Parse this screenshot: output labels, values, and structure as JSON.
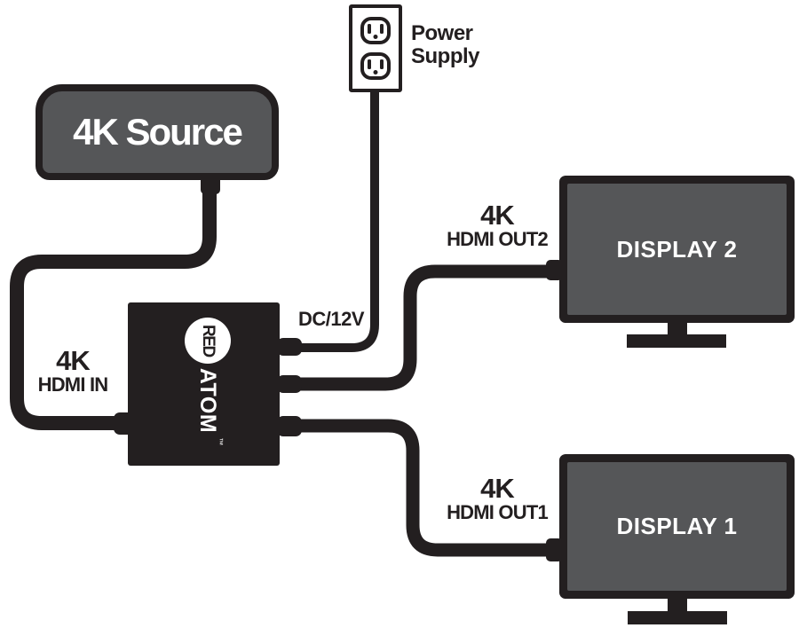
{
  "colors": {
    "ink": "#231f20",
    "device_gray": "#555658",
    "white": "#ffffff"
  },
  "power": {
    "label": "Power Supply"
  },
  "source": {
    "label": "4K Source"
  },
  "splitter": {
    "brand": {
      "red": "RED",
      "atom": "ATOM",
      "tm": "™"
    },
    "dc_label": "DC/12V"
  },
  "connections": {
    "in": {
      "line1": "4K",
      "line2": "HDMI IN"
    },
    "out2": {
      "line1": "4K",
      "line2": "HDMI OUT2"
    },
    "out1": {
      "line1": "4K",
      "line2": "HDMI OUT1"
    }
  },
  "displays": {
    "display2": {
      "label": "DISPLAY 2"
    },
    "display1": {
      "label": "DISPLAY 1"
    }
  }
}
